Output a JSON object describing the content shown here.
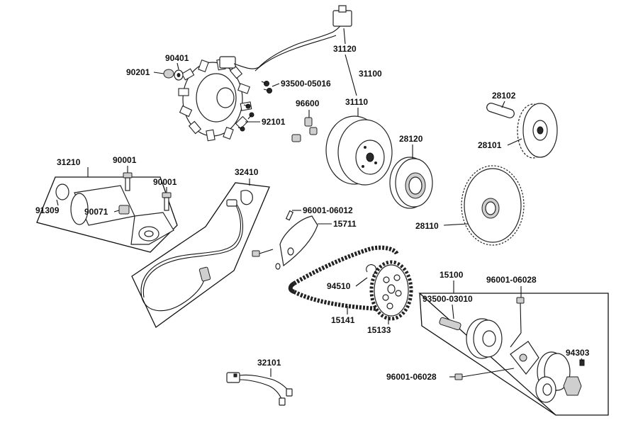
{
  "diagram": {
    "labels": {
      "p90401": "90401",
      "p90201": "90201",
      "p93500_05016": "93500-05016",
      "p31120": "31120",
      "p31100": "31100",
      "p31110": "31110",
      "p96600": "96600",
      "p92101": "92101",
      "p28102": "28102",
      "p28101": "28101",
      "p28120": "28120",
      "p28110": "28110",
      "p31210": "31210",
      "p90001a": "90001",
      "p90001b": "90001",
      "p91309": "91309",
      "p90071": "90071",
      "p32410": "32410",
      "p96001_06012": "96001-06012",
      "p15711": "15711",
      "p94510": "94510",
      "p15141": "15141",
      "p15133": "15133",
      "p15100": "15100",
      "p96001_06028a": "96001-06028",
      "p93500_03010": "93500-03010",
      "p94303": "94303",
      "p96001_06028b": "96001-06028",
      "p32101": "32101"
    }
  }
}
